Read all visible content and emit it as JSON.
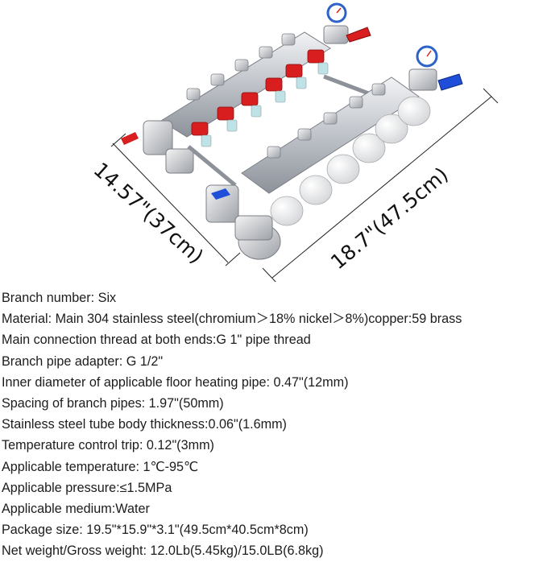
{
  "dimensions": {
    "width_label": "14.57\"(37cm)",
    "length_label": "18.7\"(47.5cm)"
  },
  "specs": [
    "Branch number: Six",
    "Material: Main 304 stainless steel(chromium＞18% nickel＞8%)copper:59 brass",
    "Main connection thread at both ends:G 1\" pipe thread",
    "Branch pipe adapter: G 1/2\"",
    "Inner diameter of applicable floor heating pipe: 0.47\"(12mm)",
    "Spacing of branch pipes: 1.97\"(50mm)",
    "Stainless steel tube body thickness:0.06\"(1.6mm)",
    "Temperature control trip: 0.12\"(3mm)",
    "Applicable temperature:  1℃-95℃",
    "Applicable pressure:≤1.5MPa",
    "Applicable medium:Water",
    "Package size:  19.5\"*15.9\"*3.1\"(49.5cm*40.5cm*8cm)",
    "Net weight/Gross weight:  12.0Lb(5.45kg)/15.0LB(6.8kg)"
  ],
  "colors": {
    "steel": "#c9ccd1",
    "brass_nickel": "#d8d9dc",
    "red_handle": "#d81e1e",
    "blue_handle": "#1f4fd8",
    "white_cap": "#f4f4f4",
    "gauge_blue": "#2d63c6"
  },
  "icons": [
    "manifold-illustration",
    "pressure-gauge-icon"
  ]
}
